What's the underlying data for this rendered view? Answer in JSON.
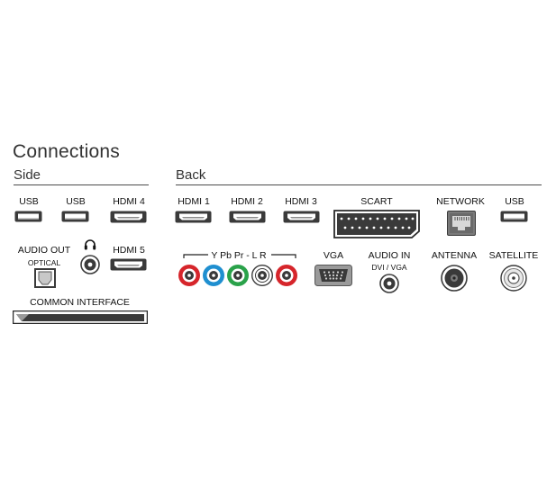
{
  "title": "Connections",
  "side": {
    "label": "Side",
    "ports": {
      "usb1": "USB",
      "usb2": "USB",
      "hdmi4": "HDMI 4",
      "audio_out": "AUDIO OUT",
      "audio_out_sub": "OPTICAL",
      "headphone_icon": "headphones-icon",
      "hdmi5": "HDMI 5",
      "common_interface": "COMMON INTERFACE"
    }
  },
  "back": {
    "label": "Back",
    "ports": {
      "hdmi1": "HDMI 1",
      "hdmi2": "HDMI 2",
      "hdmi3": "HDMI 3",
      "scart": "SCART",
      "network": "NETWORK",
      "usb": "USB",
      "component": "Y Pb Pr - L R",
      "vga": "VGA",
      "audio_in": "AUDIO IN",
      "audio_in_sub": "DVI / VGA",
      "antenna": "ANTENNA",
      "satellite": "SATELLITE"
    }
  },
  "colors": {
    "rca_red": "#d6252b",
    "rca_blue": "#1f8fd0",
    "rca_green": "#2aa24a",
    "rca_white": "#ffffff",
    "port_dark": "#3a3a3a"
  }
}
